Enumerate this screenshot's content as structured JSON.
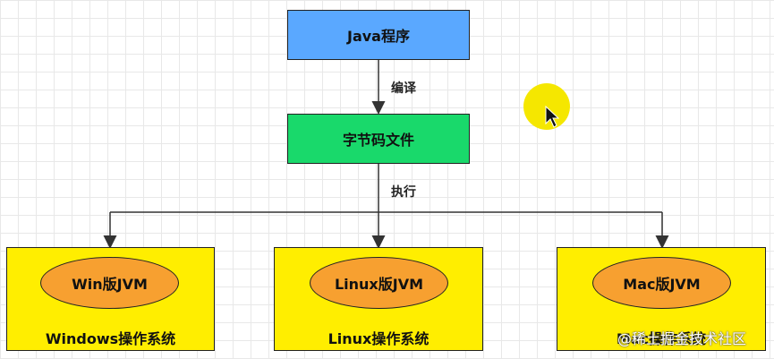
{
  "nodes": {
    "java": "Java程序",
    "bytecode": "字节码文件",
    "win_jvm": "Win版JVM",
    "linux_jvm": "Linux版JVM",
    "mac_jvm": "Mac版JVM",
    "win_os": "Windows操作系统",
    "linux_os": "Linux操作系统",
    "mac_os": "Mac操作系统"
  },
  "edges": {
    "compile": "编译",
    "execute": "执行"
  },
  "watermark": "@稀土掘金技术社区",
  "colors": {
    "java_box": "#5aa8ff",
    "bytecode_box": "#19d96b",
    "os_box": "#ffee00",
    "jvm_ellipse": "#f7a030",
    "cursor_highlight": "#f5e700"
  }
}
